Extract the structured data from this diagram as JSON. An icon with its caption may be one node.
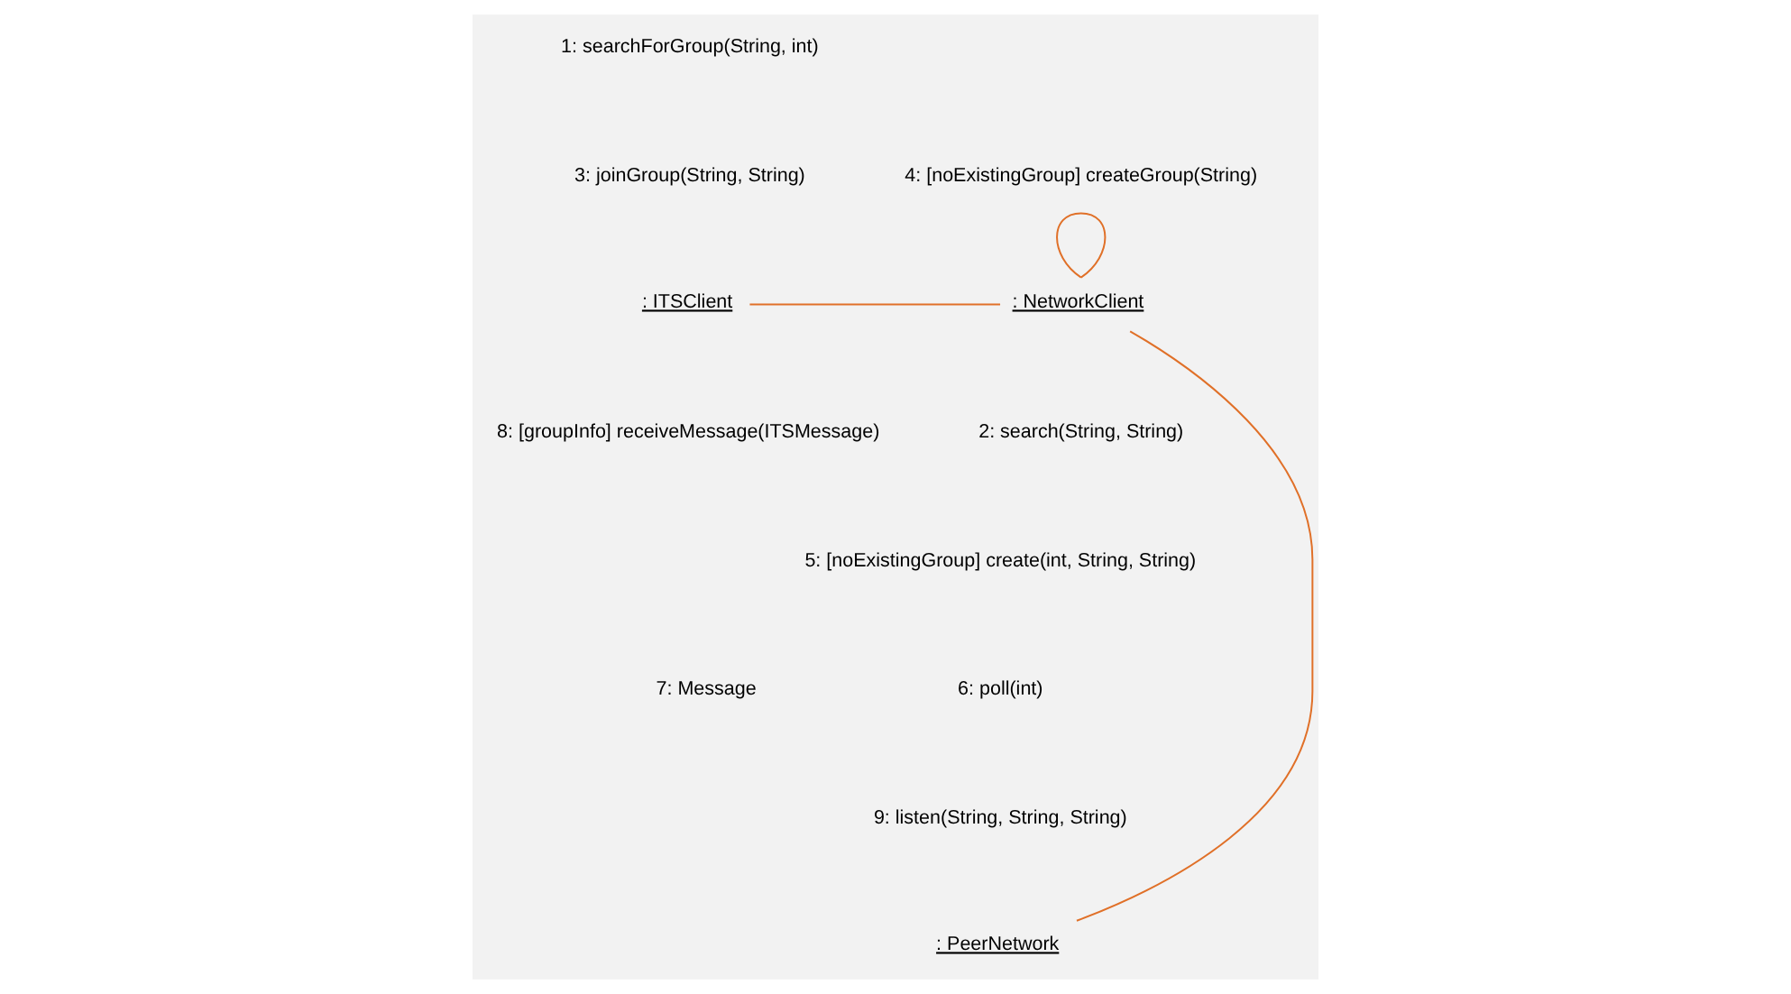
{
  "diagram": {
    "nodes": [
      {
        "text": [
          ": ITSClient"
        ]
      },
      {
        "text": [
          ": NetworkClient"
        ]
      },
      {
        "text": [
          ": PeerNetwork"
        ]
      }
    ],
    "edges": [
      {
        "from": 0,
        "to": 1,
        "arrow": "none"
      },
      {
        "from": 1,
        "to": 1,
        "arrow": "none"
      },
      {
        "from": 1,
        "to": 2,
        "arrow": "none"
      }
    ],
    "labels": [
      "4: [noExistingGroup] createGroup(String)",
      "1: searchForGroup(String, int)",
      "3: joinGroup(String, String)",
      "8: [groupInfo] receiveMessage(ITSMessage)",
      "2: search(String, String)",
      "5: [noExistingGroup] create(int, String, String)",
      "6: poll(int)",
      "9: listen(String, String, String)",
      "7: Message"
    ]
  }
}
